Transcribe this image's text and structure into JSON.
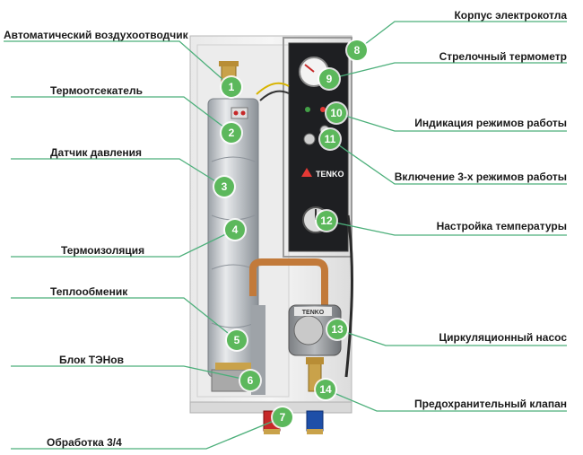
{
  "accent_color": "#5cb85c",
  "line_color": "#4caf7a",
  "panel_brand": "TENKO",
  "pump_brand": "TENKO",
  "callouts": [
    {
      "num": "1",
      "text": "Автоматический воздухоотводчик"
    },
    {
      "num": "2",
      "text": "Термоотсекатель"
    },
    {
      "num": "3",
      "text": "Датчик давления"
    },
    {
      "num": "4",
      "text": "Термоизоляция"
    },
    {
      "num": "5",
      "text": "Теплообменик"
    },
    {
      "num": "6",
      "text": "Блок ТЭНов"
    },
    {
      "num": "7",
      "text": "Обработка 3/4"
    },
    {
      "num": "8",
      "text": "Корпус электрокотла"
    },
    {
      "num": "9",
      "text": "Стрелочный термометр"
    },
    {
      "num": "10",
      "text": "Индикация режимов работы"
    },
    {
      "num": "11",
      "text": "Включение 3-х режимов работы"
    },
    {
      "num": "12",
      "text": "Настройка температуры"
    },
    {
      "num": "13",
      "text": "Циркуляционный насос"
    },
    {
      "num": "14",
      "text": "Предохранительный клапан"
    }
  ]
}
